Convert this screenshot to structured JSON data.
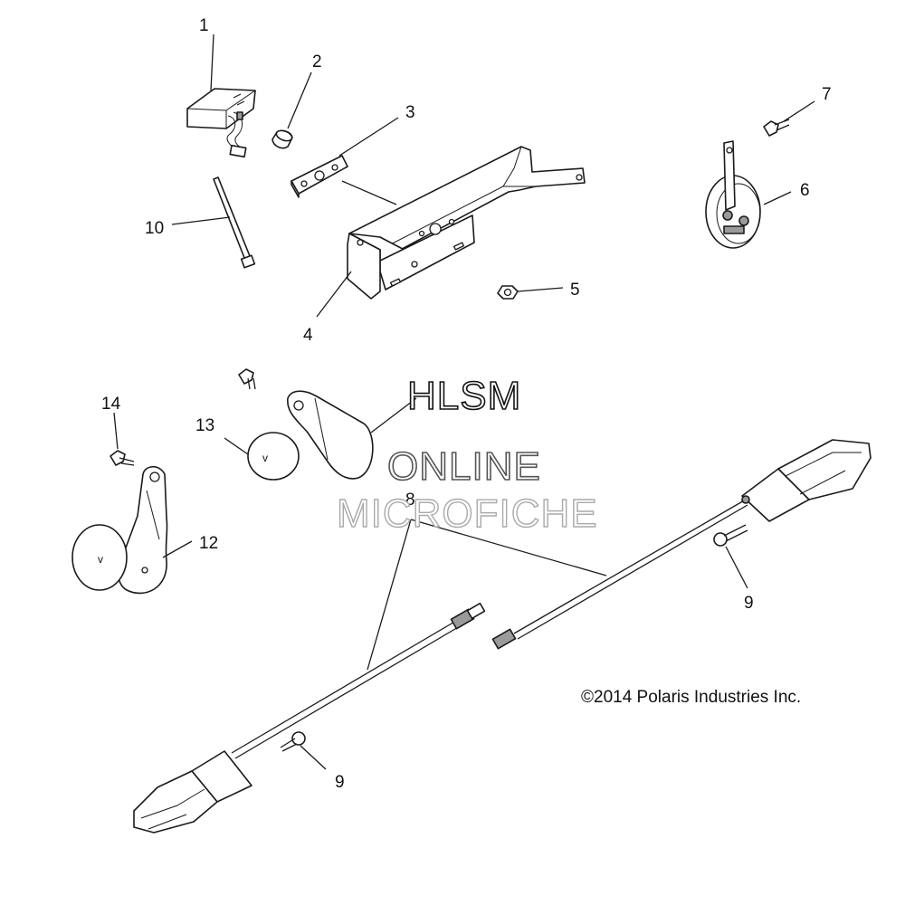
{
  "diagram": {
    "labels": [
      "1",
      "2",
      "3",
      "4",
      "5",
      "6",
      "7",
      "8",
      "9",
      "9",
      "10",
      "12",
      "13",
      "14"
    ],
    "copyright": "©2014 Polaris Industries Inc.",
    "watermark": {
      "line1": "HLSM",
      "line2": "ONLINE",
      "line3": "MICROFICHE"
    },
    "colors": {
      "ink": "#1a1a1a",
      "background": "#ffffff"
    }
  }
}
